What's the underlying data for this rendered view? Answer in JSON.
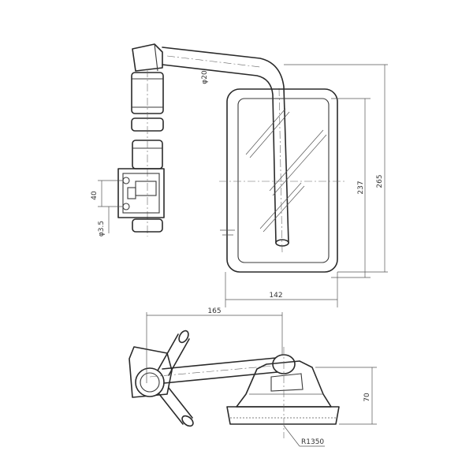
{
  "dimensions": {
    "pipe_diameter": "φ20",
    "mount_height": "40",
    "hole_diameter": "φ3.5",
    "mirror_width": "142",
    "glass_height": "237",
    "mirror_height": "265",
    "arm_reach": "165",
    "head_depth": "70",
    "mirror_radius": "R1350"
  },
  "colors": {
    "line": "#2a2a2a",
    "dim": "#555555",
    "background": "#ffffff"
  }
}
